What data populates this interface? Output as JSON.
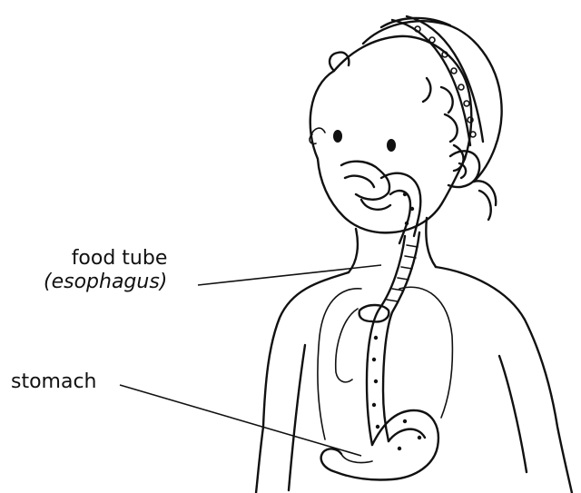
{
  "labels": {
    "food_tube": "food tube",
    "food_tube_scientific": "(esophagus)",
    "stomach": "stomach"
  },
  "colors": {
    "ink": "#111111",
    "background": "#ffffff"
  }
}
